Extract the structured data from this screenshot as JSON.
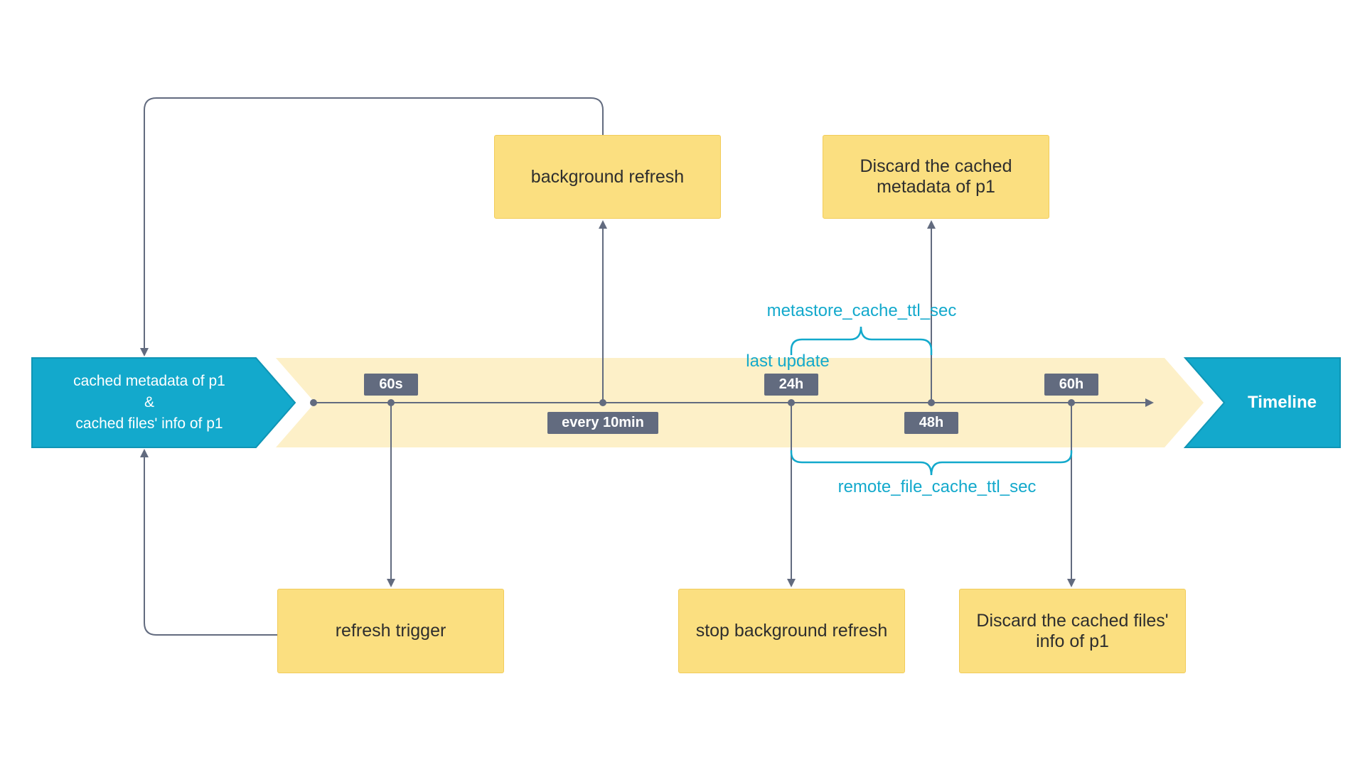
{
  "start_node": {
    "line1": "cached metadata of p1",
    "line2": "&",
    "line3": "cached files' info of p1"
  },
  "end_node": {
    "label": "Timeline"
  },
  "timeline_marks": {
    "t60s": "60s",
    "every10min": "every 10min",
    "t24h": "24h",
    "t48h": "48h",
    "t60h": "60h"
  },
  "annotations": {
    "last_update": "last update",
    "metastore_ttl": "metastore_cache_ttl_sec",
    "remote_file_ttl": "remote_file_cache_ttl_sec"
  },
  "boxes": {
    "background_refresh": "background refresh",
    "discard_metadata": "Discard the cached\nmetadata of p1",
    "refresh_trigger": "refresh trigger",
    "stop_background_refresh": "stop background refresh",
    "discard_files_info": "Discard the cached  files'\ninfo of p1"
  },
  "colors": {
    "accent_cyan": "#13a9cc",
    "box_yellow": "#fbdf80",
    "band_cream": "#fdf0c8",
    "line_slate": "#626b7f"
  }
}
